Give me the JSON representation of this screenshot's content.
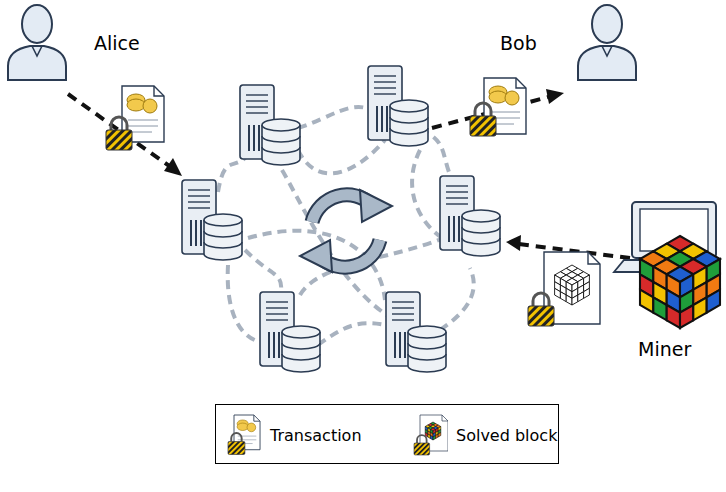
{
  "diagram": {
    "nodes": [
      {
        "text": [
          "Alice"
        ]
      },
      {
        "text": [
          "Bob"
        ]
      },
      {
        "text": [
          "Miner"
        ]
      }
    ],
    "legend": [
      {
        "text": "Transaction"
      },
      {
        "text": "Solved block"
      }
    ]
  }
}
